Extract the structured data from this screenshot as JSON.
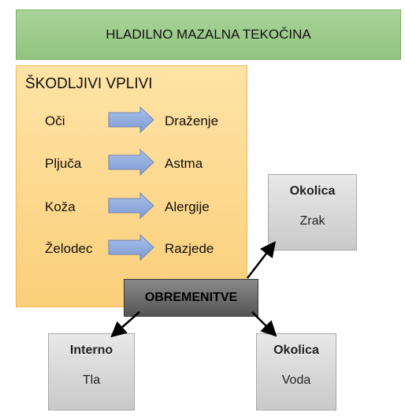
{
  "title": "HLADILNO MAZALNA TEKOČINA",
  "effects": {
    "heading": "ŠKODLJIVI VPLIVI",
    "rows": [
      {
        "organ": "Oči",
        "effect": "Draženje"
      },
      {
        "organ": "Pljuča",
        "effect": "Astma"
      },
      {
        "organ": "Koža",
        "effect": "Alergije"
      },
      {
        "organ": "Želodec",
        "effect": "Razjede"
      }
    ]
  },
  "center": "OBREMENITVE",
  "targets": {
    "air": {
      "heading": "Okolica",
      "value": "Zrak"
    },
    "internal": {
      "heading": "Interno",
      "value": "Tla"
    },
    "water": {
      "heading": "Okolica",
      "value": "Voda"
    }
  },
  "colors": {
    "title_fill": "#a9d39a",
    "effects_fill": "#fbcf7a",
    "arrow_fill": "#8faadc",
    "box_fill": "#d9d9d9",
    "center_fill": "#6e6e6e"
  }
}
